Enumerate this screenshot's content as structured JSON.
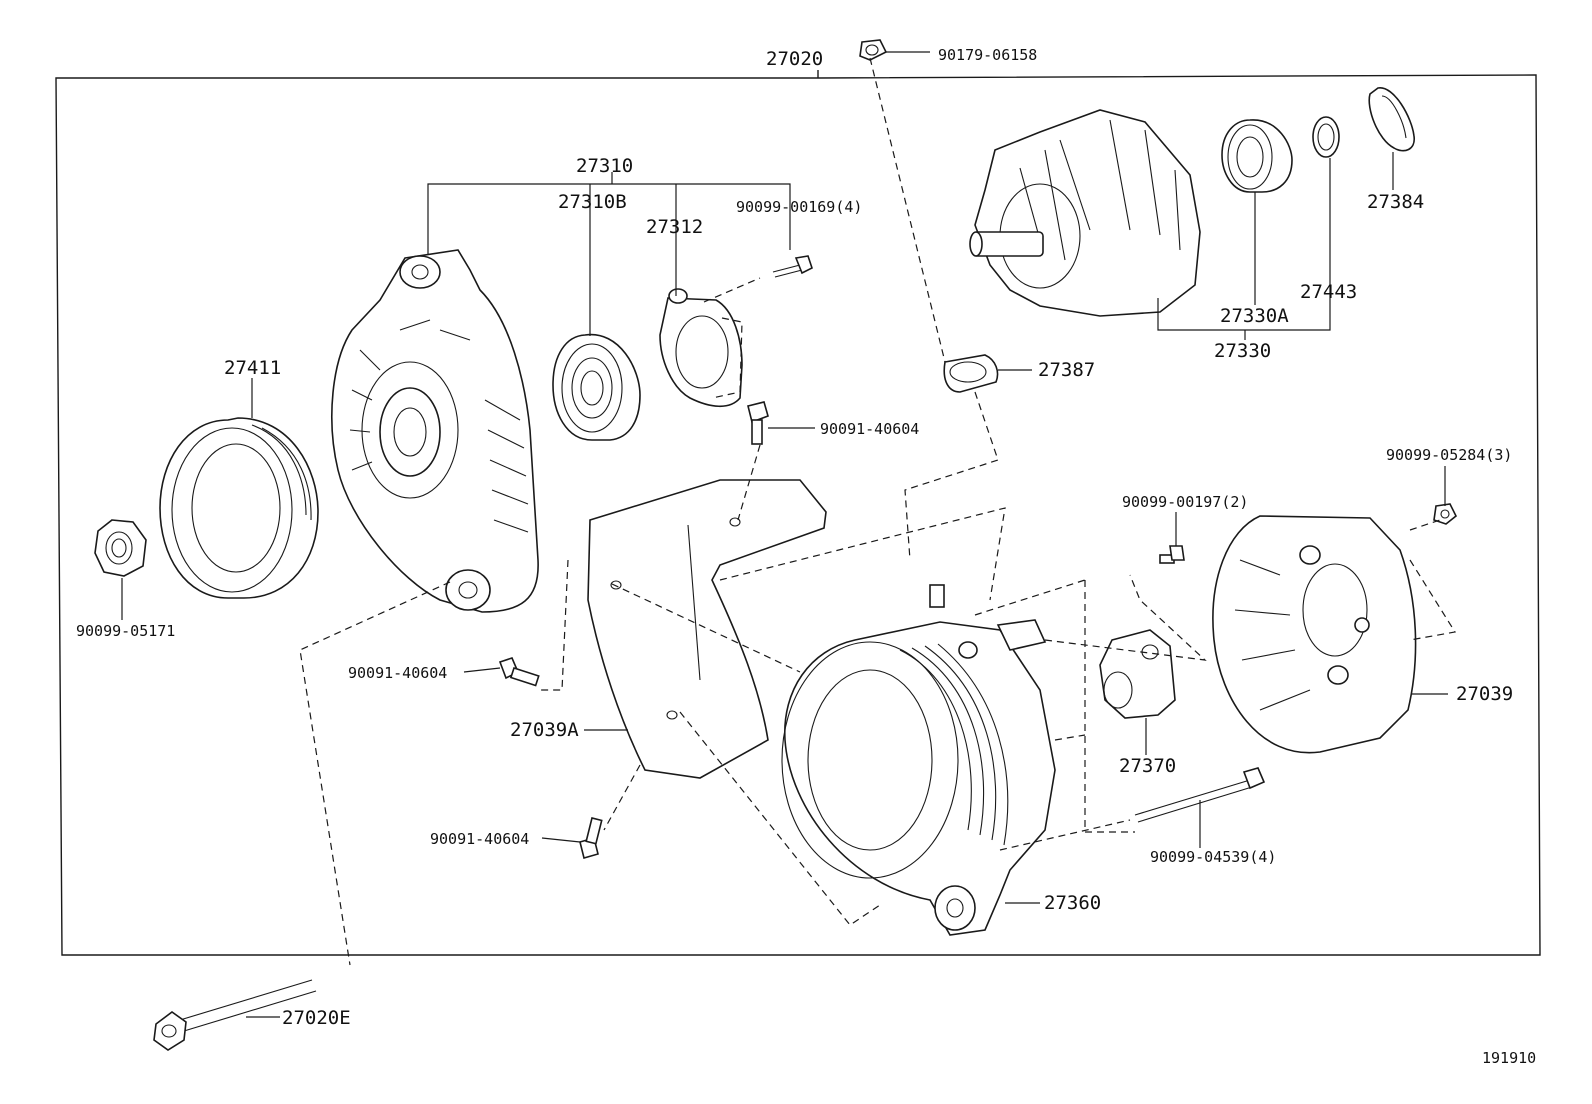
{
  "diagram": {
    "labels": {
      "assembly": "27020",
      "nut_top": "90179-06158",
      "drive_frame": "27310",
      "bearing_front": "27310B",
      "retainer": "27312",
      "retainer_screw": "90099-00169(4)",
      "pulley": "27411",
      "pulley_nut": "90099-05171",
      "rotor": "27330",
      "rotor_bearing": "27330A",
      "bearing_cover": "27443",
      "insulator": "27384",
      "terminal_insulator": "27387",
      "bolt_upper": "90091-40604",
      "bolt_left": "90091-40604",
      "bolt_lower": "90091-40604",
      "rear_cover": "27039",
      "rear_cover_nut": "90099-05284(3)",
      "brush_screw": "90099-00197(2)",
      "brush_holder": "27370",
      "through_bolt": "90099-04539(4)",
      "stator_frame": "27360",
      "shield": "27039A",
      "mount_bolt": "27020E",
      "diagram_code": "191910"
    }
  }
}
